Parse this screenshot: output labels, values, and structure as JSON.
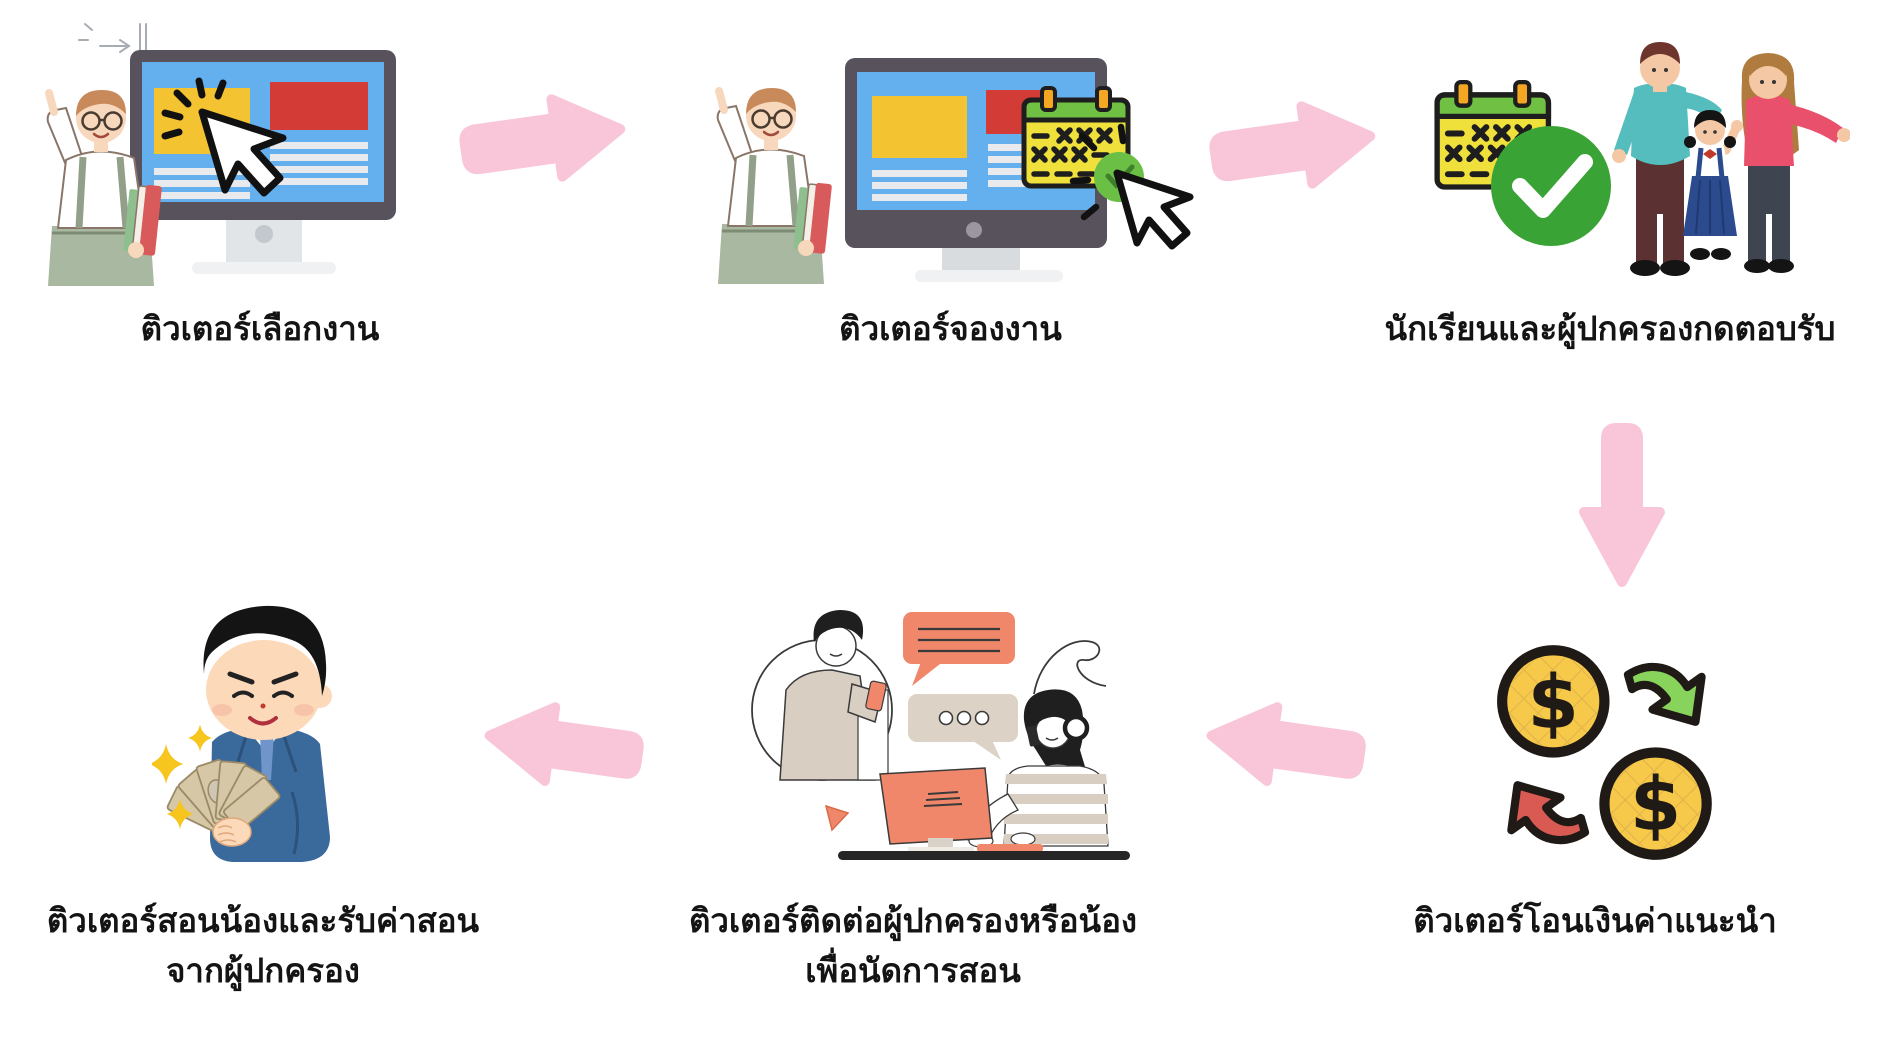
{
  "page": {
    "type": "process-flow-diagram",
    "language": "th",
    "background": "#FFFFFF"
  },
  "flow": {
    "sequence": [
      "step1",
      "arrow-right",
      "step2",
      "arrow-right",
      "step3",
      "arrow-down",
      "step4",
      "arrow-left",
      "step5",
      "arrow-left",
      "step6"
    ],
    "steps": [
      {
        "id": 1,
        "label": "ติวเตอร์เลือกงาน",
        "illustration": "tutor-pointing-at-monitor-cursor-click"
      },
      {
        "id": 2,
        "label": "ติวเตอร์จองงาน",
        "illustration": "tutor-with-monitor-calendar-booking-cursor"
      },
      {
        "id": 3,
        "label": "นักเรียนและผู้ปกครองกดตอบรับ",
        "illustration": "calendar-green-check-with-family"
      },
      {
        "id": 4,
        "label": "ติวเตอร์โอนเงินค่าแนะนำ",
        "illustration": "dollar-coins-transfer-arrows"
      },
      {
        "id": 5,
        "label": "ติวเตอร์ติดต่อผู้ปกครองหรือน้อง",
        "label_line2": "เพื่อนัดการสอน",
        "illustration": "tutor-chat-phone-support-computer"
      },
      {
        "id": 6,
        "label": "ติวเตอร์สอนน้องและรับค่าสอน",
        "label_line2": "จากผู้ปกครอง",
        "illustration": "man-in-suit-holding-banknotes"
      }
    ]
  },
  "icons": {
    "monitor-icon": "desktop computer with webpage blocks",
    "cursor-icon": "black outlined mouse pointer with click burst",
    "calendar-icon": "yellow calendar with green header, X marks and dashes",
    "check-icon": "green circle with white check mark",
    "family-illustration": "father, mother and schoolgirl waving",
    "dollar-coin-icon": "yellow coin with $ sign and crosshatch",
    "transfer-green-arrow-icon": "green curved arrow down-right",
    "transfer-red-arrow-icon": "red curved arrow up-left",
    "speech-bubble-icon": "chat bubbles with lines and dots",
    "headset-agent-illustration": "woman with headset at computer",
    "money-man-illustration": "man in blue suit fanning banknotes with sparkles",
    "flow-arrow": "thick pink rounded arrow"
  },
  "colors": {
    "arrow_pink": "#F9C6D9",
    "screen_blue": "#64B0EE",
    "panel_yellow": "#F3C331",
    "panel_red": "#D23B36",
    "calendar_yellow": "#EFE03C",
    "calendar_green": "#6FC043",
    "check_green": "#3AA336",
    "coin_yellow": "#F6C94A",
    "transfer_green": "#88D35C",
    "transfer_red": "#D85A52",
    "chat_salmon": "#F0876B",
    "chat_beige": "#D8CEC1",
    "suit_blue": "#3A699B",
    "text_black": "#141414"
  }
}
